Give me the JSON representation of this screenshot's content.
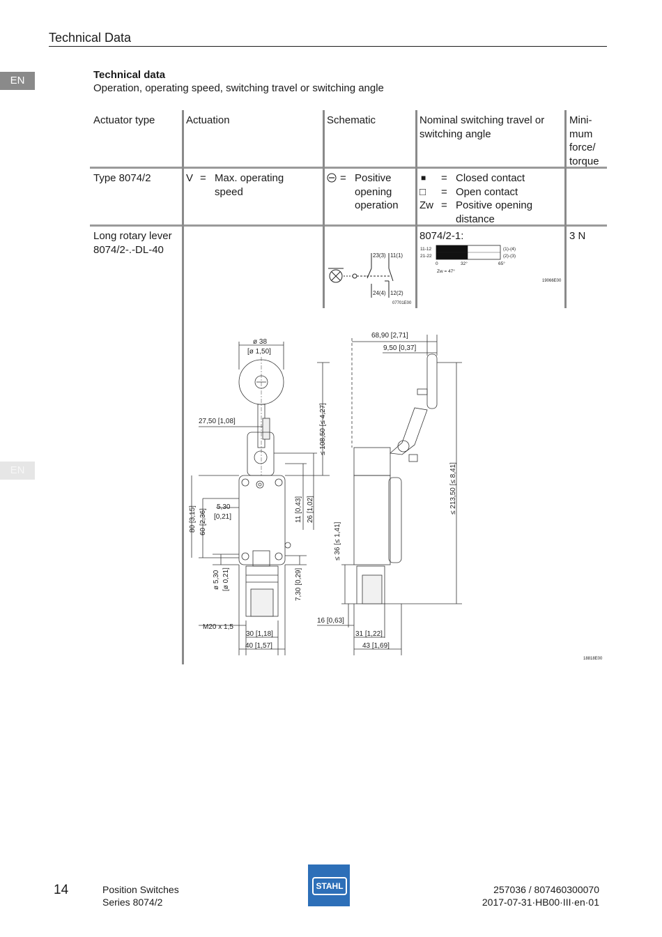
{
  "header": {
    "title": "Technical Data",
    "lang_tab": "EN"
  },
  "section": {
    "title": "Technical data",
    "subtitle": "Operation, operating speed, switching travel or switching angle"
  },
  "table": {
    "headers": {
      "actuator_type": "Actuator type",
      "actuation": "Actuation",
      "schematic": "Schematic",
      "nominal": [
        "Nominal switching travel or",
        "switching angle"
      ],
      "min_force": [
        "Mini-",
        "mum",
        "force/",
        "torque"
      ]
    },
    "legend_row": {
      "type": "Type 8074/2",
      "actuation_key": "V",
      "actuation_eq": "=",
      "actuation_text": [
        "Max. operating",
        "speed"
      ],
      "schematic_eq": "=",
      "schematic_text": [
        "Positive",
        "opening",
        "operation"
      ],
      "nominal": [
        {
          "symbol": "■",
          "eq": "=",
          "text": "Closed contact"
        },
        {
          "symbol": "□",
          "eq": "=",
          "text": "Open contact"
        },
        {
          "symbol": "Zw",
          "eq": "=",
          "text": "Positive opening"
        },
        {
          "symbol": "",
          "eq": "",
          "text": "distance"
        }
      ]
    },
    "product_row": {
      "actuator": [
        "Long rotary lever",
        "8074/2-.-DL-40"
      ],
      "nominal_label": "8074/2-1:",
      "force": "3 N"
    }
  },
  "schematic_drawing": {
    "terminal_top_left": "23(3)",
    "terminal_top_right": "11(1)",
    "terminal_bottom_left": "24(4)",
    "terminal_bottom_right": "12(2)",
    "drawing_code": "07701E00"
  },
  "travel_diagram": {
    "row1_label": "11-12",
    "row2_label": "21-22",
    "row1_contacts": "(1)-(4)",
    "row2_contacts": "(2)-(3)",
    "tick_0": "0",
    "tick_32": "32°",
    "tick_65": "65°",
    "zw": "Zw = 47°",
    "drawing_code": "19066E00",
    "closed_range_deg": [
      0,
      32
    ],
    "scale_max_deg": 65
  },
  "dimension_drawing": {
    "d_38": "ø 38",
    "d_150": "[ø 1,50]",
    "d_2750": "27,50 [1,08]",
    "d_10850": "≤ 108,50 [≤ 4,27]",
    "d_530": "5,30",
    "d_021": "[0,21]",
    "d_80": "80 [3,15]",
    "d_60": "60 [2,36]",
    "d_11": "11 [0,43]",
    "d_26": "26 [1,02]",
    "d_o530": "ø 5,30",
    "d_o021": "[ø 0,21]",
    "d_730": "7,30 [0,29]",
    "d_m20": "M20 x 1,5",
    "d_30": "30 [1,18]",
    "d_40": "40 [1,57]",
    "d_6890": "68,90 [2,71]",
    "d_950": "9,50 [0,37]",
    "d_21350": "≤ 213,50 [≤ 8,41]",
    "d_36": "≤ 36 [≤ 1,41]",
    "d_16": "16 [0,63]",
    "d_31": "31 [1,22]",
    "d_43": "43 [1,69]",
    "drawing_code": "18818E00"
  },
  "footer": {
    "page": "14",
    "doc_line1": "Position Switches",
    "doc_line2": "Series 8074/2",
    "logo": "STAHL",
    "ref_line1": "257036 / 807460300070",
    "ref_line2": "2017-07-31·HB00·III·en·01"
  }
}
